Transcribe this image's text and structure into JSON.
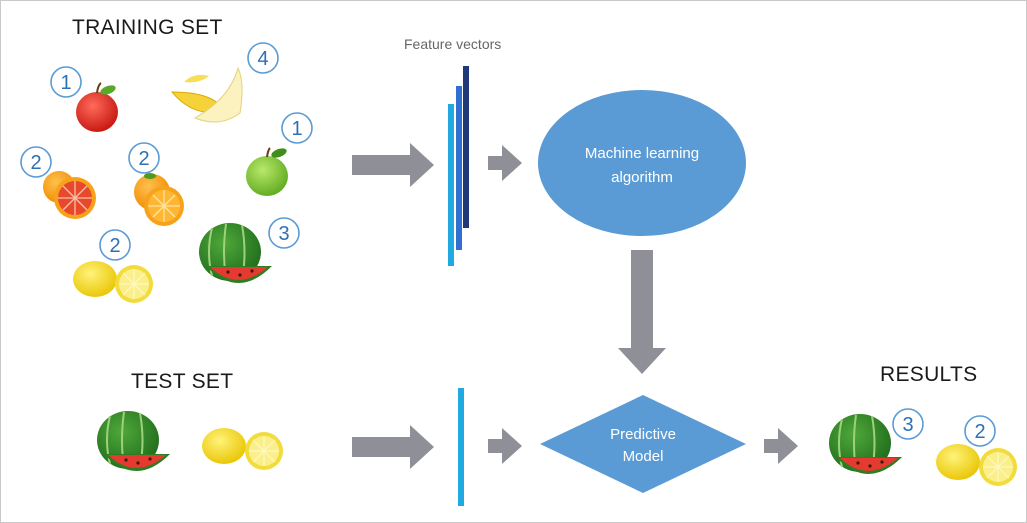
{
  "headings": {
    "training_set": "TRAINING SET",
    "test_set": "TEST SET",
    "results": "RESULTS",
    "feature_vectors": "Feature vectors"
  },
  "nodes": {
    "ml_algorithm": [
      "Machine learning",
      "algorithm"
    ],
    "predictive_model": [
      "Predictive",
      "Model"
    ]
  },
  "training_items": [
    {
      "fruit": "red-apple",
      "label": "1"
    },
    {
      "fruit": "banana",
      "label": "4"
    },
    {
      "fruit": "blood-orange",
      "label": "2"
    },
    {
      "fruit": "orange",
      "label": "2"
    },
    {
      "fruit": "green-apple",
      "label": "1"
    },
    {
      "fruit": "lemon",
      "label": "2"
    },
    {
      "fruit": "watermelon",
      "label": "3"
    }
  ],
  "test_items": [
    {
      "fruit": "watermelon"
    },
    {
      "fruit": "lemon"
    }
  ],
  "result_items": [
    {
      "fruit": "watermelon",
      "label": "3"
    },
    {
      "fruit": "lemon",
      "label": "2"
    }
  ],
  "colors": {
    "node_fill": "#5b9bd5",
    "arrow": "#8f8f97",
    "badge_stroke": "#5b9bd5",
    "badge_text": "#2f6fb3",
    "bar_dark": "#1f3a78",
    "bar_mid": "#2e6fd0",
    "bar_light": "#21a9e1"
  }
}
